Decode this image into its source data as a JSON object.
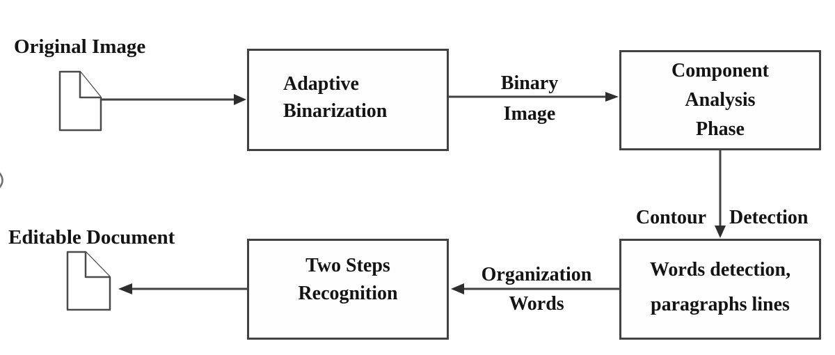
{
  "figure": {
    "background_color": "#ffffff",
    "line_color": "#424242",
    "text_color": "#141414",
    "labels": {
      "original_image": "Original Image",
      "editable_document": "Editable Document"
    },
    "boxes": {
      "adaptive_binarization": {
        "lines": [
          "Adaptive",
          "Binarization"
        ]
      },
      "component_analysis_phase": {
        "lines": [
          "Component",
          "Analysis",
          "Phase"
        ]
      },
      "words_detection": {
        "lines": [
          "Words detection,",
          "paragraphs lines"
        ]
      },
      "two_steps_recognition": {
        "lines": [
          "Two Steps",
          "Recognition"
        ]
      }
    },
    "edge_labels": {
      "binary_image": {
        "lines": [
          "Binary",
          "Image"
        ]
      },
      "contour_detection": {
        "left": "Contour",
        "right": "Detection"
      },
      "organization_words": {
        "lines": [
          "Organization",
          "Words"
        ]
      }
    },
    "icons": {
      "original_document_icon": "folded-page-icon",
      "editable_document_icon": "folded-page-icon"
    }
  }
}
